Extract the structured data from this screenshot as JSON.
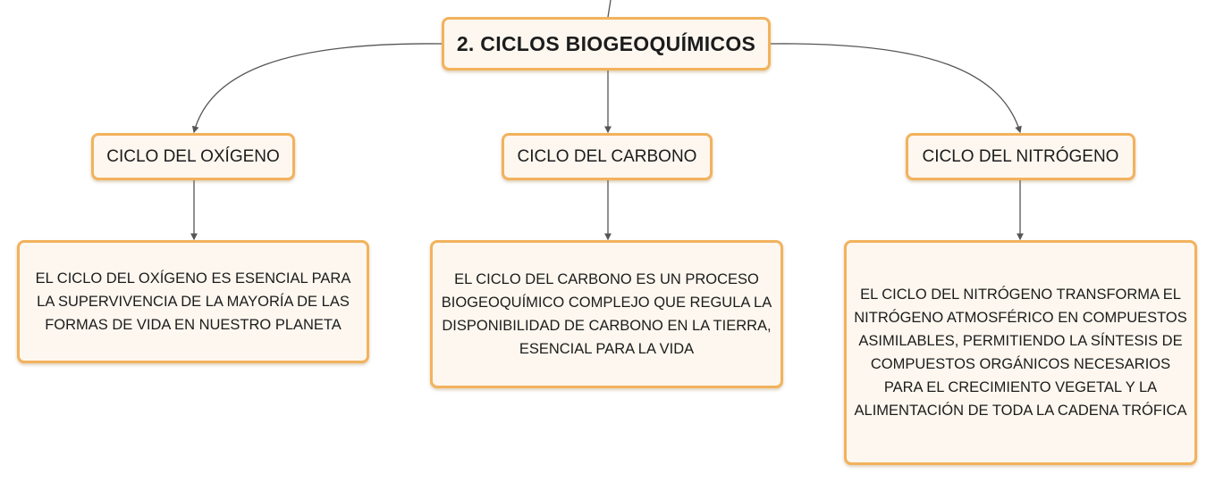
{
  "root": {
    "title": "2. CICLOS BIOGEOQUÍMICOS"
  },
  "branches": [
    {
      "title": "CICLO DEL OXÍGENO",
      "description": "EL CICLO DEL OXÍGENO ES ESENCIAL PARA LA SUPERVIVENCIA DE LA MAYORÍA DE LAS FORMAS DE VIDA EN NUESTRO PLANETA"
    },
    {
      "title": "CICLO DEL CARBONO",
      "description": "EL CICLO DEL CARBONO ES UN PROCESO BIOGEOQUÍMICO COMPLEJO QUE REGULA LA DISPONIBILIDAD DE CARBONO EN LA TIERRA, ESENCIAL PARA LA VIDA"
    },
    {
      "title": "CICLO DEL NITRÓGENO",
      "description": "EL CICLO DEL NITRÓGENO TRANSFORMA EL NITRÓGENO ATMOSFÉRICO EN COMPUESTOS ASIMILABLES, PERMITIENDO LA SÍNTESIS DE COMPUESTOS ORGÁNICOS NECESARIOS PARA EL CRECIMIENTO VEGETAL Y LA ALIMENTACIÓN DE TODA LA CADENA TRÓFICA"
    }
  ],
  "colors": {
    "node_border": "#f2b25d",
    "node_fill": "#fdf7ef",
    "connector": "#555555",
    "text": "#1c1c1c"
  }
}
